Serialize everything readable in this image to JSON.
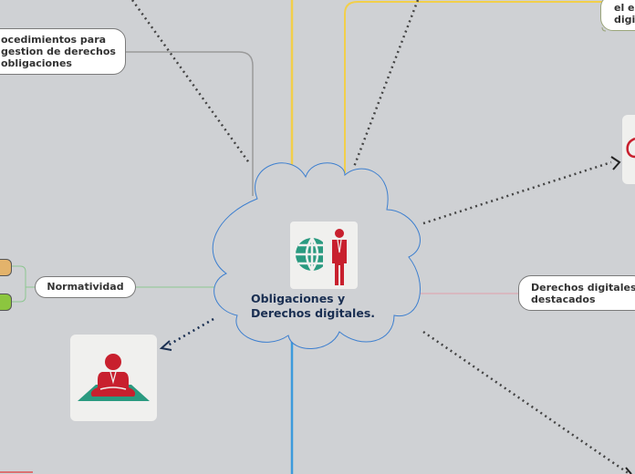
{
  "central": {
    "title_line1": "Obligaciones y",
    "title_line2": "Derechos digitales.",
    "icon": "globe-businessman-icon"
  },
  "nodes": {
    "procedimientos": [
      "ocedimientos para",
      "gestion de derechos",
      "obligaciones"
    ],
    "normatividad": "Normatividad",
    "derechos_destacados": [
      "Derechos digitales",
      "destacados"
    ],
    "top_right": [
      "el en",
      "digi"
    ]
  },
  "images": {
    "left_card": "meditating-businessman-icon",
    "right_card": "partial-red-icon"
  },
  "colors": {
    "background": "#cfd1d4",
    "center_text": "#1a2f52",
    "yellow_branch": "#f2cf4a",
    "blue_branch": "#3d9bdc",
    "green_branch": "#8cc68f",
    "pink_branch": "#e0a0aa",
    "gray_branch": "#9a9a9a",
    "accent_red": "#c8202e",
    "accent_teal": "#2a9a80"
  }
}
